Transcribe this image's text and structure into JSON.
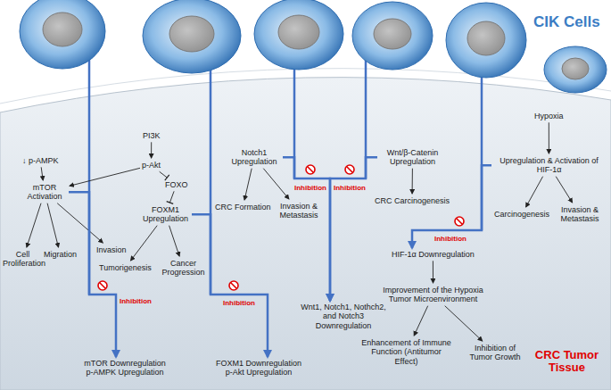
{
  "diagram": {
    "nodes": [
      {
        "text": [
          "PI3K"
        ]
      },
      {
        "text": [
          "p-Akt"
        ]
      },
      {
        "text": [
          "FOXO"
        ]
      },
      {
        "text": [
          "FOXM1 Upregulation"
        ]
      },
      {
        "text": [
          "Tumorigenesis"
        ]
      },
      {
        "text": [
          "Cancer Progression"
        ]
      },
      {
        "text": [
          "↓ p-AMPK"
        ]
      },
      {
        "text": [
          "mTOR Activation"
        ]
      },
      {
        "text": [
          "Cell Proliferation"
        ]
      },
      {
        "text": [
          "Migration"
        ]
      },
      {
        "text": [
          "Invasion"
        ]
      },
      {
        "text": [
          "mTOR Downregulation p-AMPK Upregulation"
        ]
      },
      {
        "text": [
          "FOXM1 Downregulation p-Akt Upregulation"
        ]
      },
      {
        "text": [
          "Notch1 Upregulation"
        ]
      },
      {
        "text": [
          "CRC Formation"
        ]
      },
      {
        "text": [
          "Invasion & Metastasis"
        ]
      },
      {
        "text": [
          "Wnt/β-Catenin Upregulation"
        ]
      },
      {
        "text": [
          "CRC Carcinogenesis"
        ]
      },
      {
        "text": [
          "Wnt1, Notch1, Nothch2, and Notch3 Downregulation"
        ]
      },
      {
        "text": [
          "Hypoxia"
        ]
      },
      {
        "text": [
          "Upregulation & Activation of HIF-1α"
        ]
      },
      {
        "text": [
          "Carcinogenesis"
        ]
      },
      {
        "text": [
          "Invasion & Metastasis"
        ]
      },
      {
        "text": [
          "HIF-1α Downregulation"
        ]
      },
      {
        "text": [
          "Improvement of the Hypoxia Tumor Microenvironment"
        ]
      },
      {
        "text": [
          "Enhancement of Immune Function (Antitumor Effect)"
        ]
      },
      {
        "text": [
          "Inhibition of Tumor Growth"
        ]
      }
    ],
    "edges": [
      {
        "from": 0,
        "to": 1,
        "arrow": "to"
      },
      {
        "from": 1,
        "to": 2,
        "arrow": "to"
      },
      {
        "from": 2,
        "to": 3,
        "arrow": "to"
      },
      {
        "from": 1,
        "to": 7,
        "arrow": "to"
      },
      {
        "from": 6,
        "to": 7,
        "arrow": "to"
      },
      {
        "from": 7,
        "to": 8,
        "arrow": "to"
      },
      {
        "from": 7,
        "to": 9,
        "arrow": "to"
      },
      {
        "from": 7,
        "to": 10,
        "arrow": "to"
      },
      {
        "from": 3,
        "to": 4,
        "arrow": "to"
      },
      {
        "from": 3,
        "to": 5,
        "arrow": "to"
      },
      {
        "from": 7,
        "to": 11,
        "label": "Inhibition",
        "arrow": "to"
      },
      {
        "from": 3,
        "to": 12,
        "label": "Inhibition",
        "arrow": "to"
      },
      {
        "from": 13,
        "to": 14,
        "arrow": "to"
      },
      {
        "from": 13,
        "to": 15,
        "arrow": "to"
      },
      {
        "from": 13,
        "to": 18,
        "label": "Inhibition",
        "arrow": "to"
      },
      {
        "from": 16,
        "to": 17,
        "arrow": "to"
      },
      {
        "from": 16,
        "to": 18,
        "label": "Inhibition",
        "arrow": "to"
      },
      {
        "from": 19,
        "to": 20,
        "arrow": "to"
      },
      {
        "from": 20,
        "to": 21,
        "arrow": "to"
      },
      {
        "from": 20,
        "to": 22,
        "arrow": "to"
      },
      {
        "from": 20,
        "to": 23,
        "label": "Inhibition",
        "arrow": "to"
      },
      {
        "from": 23,
        "to": 24,
        "arrow": "to"
      },
      {
        "from": 24,
        "to": 25,
        "arrow": "to"
      },
      {
        "from": 24,
        "to": 26,
        "arrow": "to"
      }
    ],
    "labels": [
      "CIK Cells",
      "CRC Tumor Tissue"
    ]
  }
}
